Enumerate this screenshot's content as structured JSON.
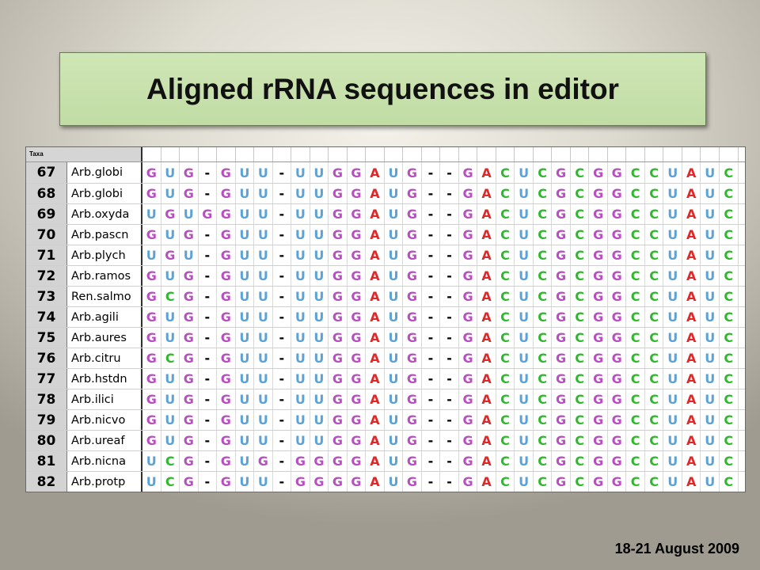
{
  "title": "Aligned rRNA sequences in editor",
  "footer_date": "18-21 August 2009",
  "table": {
    "header_label": "Taxa",
    "column_count": 32,
    "base_colors": {
      "G": "#b84fc0",
      "U": "#5ba3d6",
      "C": "#2fb82c",
      "A": "#e02828",
      "-": "#000000"
    },
    "rows": [
      {
        "num": "67",
        "name": "Arb.globi",
        "seq": "GUG-GUU-UUGGAUG--GACUCGCGGCCUAUC"
      },
      {
        "num": "68",
        "name": "Arb.globi",
        "seq": "GUG-GUU-UUGGAUG--GACUCGCGGCCUAUC"
      },
      {
        "num": "69",
        "name": "Arb.oxyda",
        "seq": "UGUGGUU-UUGGAUG--GACUCGCGGCCUAUC"
      },
      {
        "num": "70",
        "name": "Arb.pascn",
        "seq": "GUG-GUU-UUGGAUG--GACUCGCGGCCUAUC"
      },
      {
        "num": "71",
        "name": "Arb.plych",
        "seq": "UGU-GUU-UUGGAUG--GACUCGCGGCCUAUC"
      },
      {
        "num": "72",
        "name": "Arb.ramos",
        "seq": "GUG-GUU-UUGGAUG--GACUCGCGGCCUAUC"
      },
      {
        "num": "73",
        "name": "Ren.salmo",
        "seq": "GCG-GUU-UUGGAUG--GACUCGCGGCCUAUC"
      },
      {
        "num": "74",
        "name": "Arb.agili",
        "seq": "GUG-GUU-UUGGAUG--GACUCGCGGCCUAUC"
      },
      {
        "num": "75",
        "name": "Arb.aures",
        "seq": "GUG-GUU-UUGGAUG--GACUCGCGGCCUAUC"
      },
      {
        "num": "76",
        "name": "Arb.citru",
        "seq": "GCG-GUU-UUGGAUG--GACUCGCGGCCUAUC"
      },
      {
        "num": "77",
        "name": "Arb.hstdn",
        "seq": "GUG-GUU-UUGGAUG--GACUCGCGGCCUAUC"
      },
      {
        "num": "78",
        "name": "Arb.ilici",
        "seq": "GUG-GUU-UUGGAUG--GACUCGCGGCCUAUC"
      },
      {
        "num": "79",
        "name": "Arb.nicvo",
        "seq": "GUG-GUU-UUGGAUG--GACUCGCGGCCUAUC"
      },
      {
        "num": "80",
        "name": "Arb.ureaf",
        "seq": "GUG-GUU-UUGGAUG--GACUCGCGGCCUAUC"
      },
      {
        "num": "81",
        "name": "Arb.nicna",
        "seq": "UCG-GUG-GGGGAUG--GACUCGCGGCCUAUC"
      },
      {
        "num": "82",
        "name": "Arb.protp",
        "seq": "UCG-GUU-GGGGAUG--GACUCGCGGCCUAUC"
      }
    ]
  }
}
